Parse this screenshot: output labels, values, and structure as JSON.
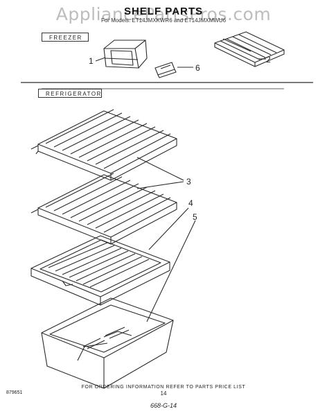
{
  "watermark": "AppliancePartsPros.com",
  "title": "SHELF PARTS",
  "subtitle": "For Models: ET14JMXKWR6 and ET14JMXMWU6",
  "sections": {
    "freezer": "FREEZER",
    "refrigerator": "REFRIGERATOR"
  },
  "callouts": [
    "1",
    "2",
    "6",
    "3",
    "4",
    "5"
  ],
  "footer": {
    "note": "FOR ORDERING INFORMATION REFER TO PARTS PRICE LIST",
    "page": "14",
    "doc_id": "879651",
    "handwritten": "668-G-14"
  }
}
